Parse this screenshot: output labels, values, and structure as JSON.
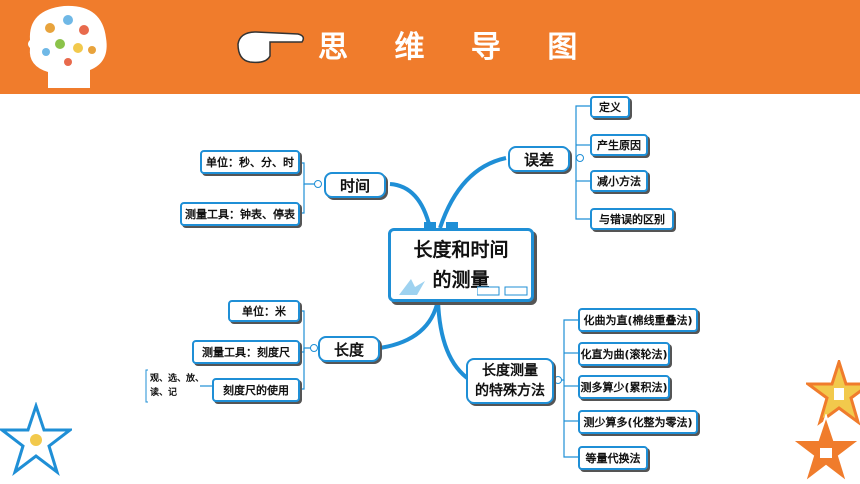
{
  "header": {
    "title": "思 维 导 图",
    "background_color": "#f07c2c",
    "icons": [
      "head-icon",
      "pointing-hand-icon"
    ]
  },
  "center": {
    "line1": "长度和时间",
    "line2": "的测量"
  },
  "branches": {
    "time": {
      "label": "时间",
      "children": [
        "单位：秒、分、时",
        "测量工具：钟表、停表"
      ]
    },
    "length": {
      "label": "长度",
      "children": [
        "单位：米",
        "测量工具：刻度尺",
        "刻度尺的使用"
      ],
      "note_line1": "观、选、放、",
      "note_line2": "读、记"
    },
    "error": {
      "label": "误差",
      "children": [
        "定义",
        "产生原因",
        "减小方法",
        "与错误的区别"
      ]
    },
    "special": {
      "label_line1": "长度测量",
      "label_line2": "的特殊方法",
      "children": [
        "化曲为直(棉线重叠法)",
        "化直为曲(滚轮法)",
        "测多算少(累积法)",
        "测少算多(化整为零法)",
        "等量代换法"
      ]
    }
  },
  "colors": {
    "line": "#1f8fd6",
    "accent": "#f07c2c"
  },
  "decorations": [
    "star-lightbulb-icon",
    "star-trophy-icon",
    "star-thumbsup-icon"
  ]
}
